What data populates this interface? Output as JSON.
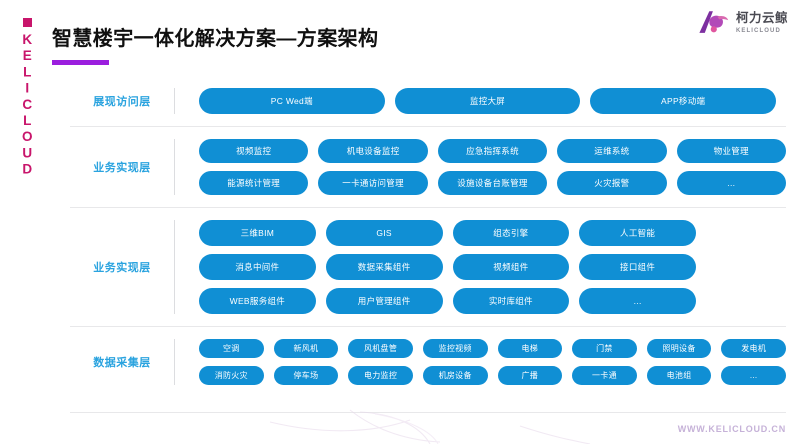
{
  "brand": {
    "vertical_text": "KELICLOUD",
    "accent_color": "#c8156b",
    "logo_cn": "柯力云鲸",
    "logo_en": "KELICLOUD"
  },
  "title": {
    "text": "智慧楼宇一体化解决方案—方案架构",
    "underline_color": "#9b1ede"
  },
  "theme": {
    "pill_color": "#108fd4",
    "layer_label_color": "#2aa3df",
    "divider_color": "#e8e8ea"
  },
  "layers": [
    {
      "label": "展现访问层",
      "columns": 3,
      "rows": [
        [
          "PC Wed端",
          "监控大屏",
          "APP移动端"
        ]
      ]
    },
    {
      "label": "业务实现层",
      "columns": 5,
      "rows": [
        [
          "视频监控",
          "机电设备监控",
          "应急指挥系统",
          "运维系统",
          "物业管理"
        ],
        [
          "能源统计管理",
          "一卡通访问管理",
          "设施设备台账管理",
          "火灾报警",
          "..."
        ]
      ]
    },
    {
      "label": "业务实现层",
      "columns": 4,
      "rows": [
        [
          "三维BIM",
          "GIS",
          "组态引擎",
          "人工智能"
        ],
        [
          "消息中间件",
          "数据采集组件",
          "视频组件",
          "接口组件"
        ],
        [
          "WEB服务组件",
          "用户管理组件",
          "实时库组件",
          "..."
        ]
      ]
    },
    {
      "label": "数据采集层",
      "columns": 8,
      "rows": [
        [
          "空调",
          "新风机",
          "风机盘管",
          "监控视频",
          "电梯",
          "门禁",
          "照明设备",
          "发电机"
        ],
        [
          "消防火灾",
          "停车场",
          "电力监控",
          "机房设备",
          "广播",
          "一卡通",
          "电池组",
          "..."
        ]
      ]
    }
  ],
  "footer": {
    "url": "WWW.KELICLOUD.CN"
  }
}
